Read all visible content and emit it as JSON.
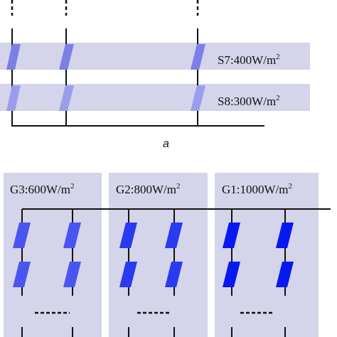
{
  "panel_a": {
    "caption": "a",
    "strings": [
      {
        "label_main": "S7:400W/m",
        "label_sup": "2",
        "color": "#7b7fe6"
      },
      {
        "label_main": "S8:300W/m",
        "label_sup": "2",
        "color": "#9a9eea"
      }
    ]
  },
  "panel_b": {
    "groups": [
      {
        "label_main": "G3:600W/m",
        "label_sup": "2",
        "color": "#4a55f0"
      },
      {
        "label_main": "G2:800W/m",
        "label_sup": "2",
        "color": "#2a3af0"
      },
      {
        "label_main": "G1:1000W/m",
        "label_sup": "2",
        "color": "#0818f0"
      }
    ]
  },
  "colors": {
    "band": "#d4d4ea",
    "wire": "#111111"
  }
}
